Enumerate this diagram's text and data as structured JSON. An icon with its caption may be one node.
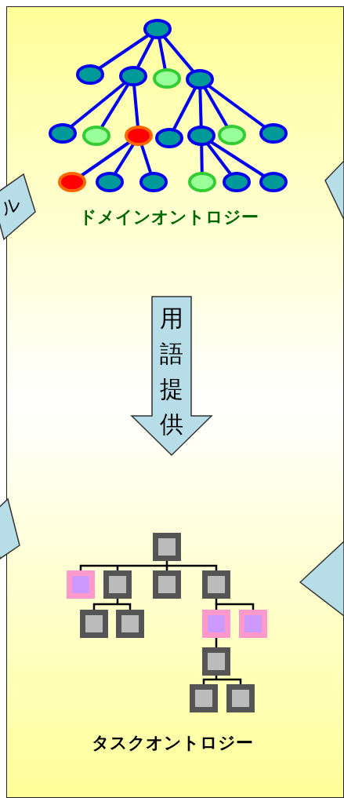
{
  "diagram": {
    "nodes": [
      {
        "text": [
          "ドメインオントロジー"
        ]
      },
      {
        "text": [
          "タスクオントロジー"
        ]
      }
    ],
    "edges": [
      {
        "from": 0,
        "to": 1,
        "arrow": "to",
        "label": "用語提供"
      }
    ],
    "labels": [
      "ル"
    ]
  }
}
